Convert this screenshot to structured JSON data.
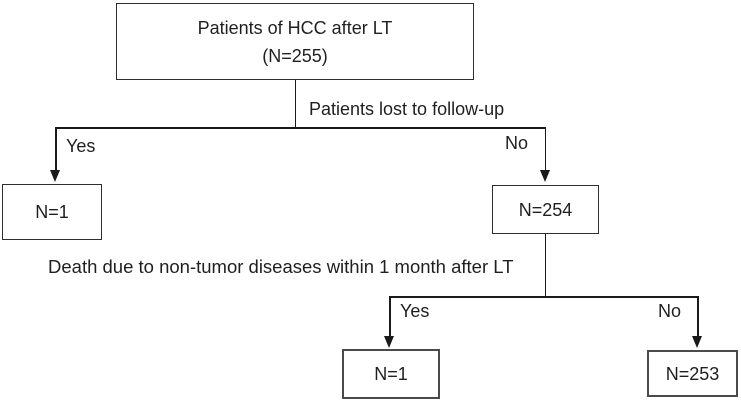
{
  "flowchart": {
    "root_box": {
      "line1": "Patients of HCC after LT",
      "line2": "(N=255)"
    },
    "branch1": {
      "question": "Patients lost to follow-up",
      "yes_label": "Yes",
      "no_label": "No",
      "yes_result": "N=1",
      "no_result": "N=254"
    },
    "branch2": {
      "question": "Death due to non-tumor diseases within 1 month after LT",
      "yes_label": "Yes",
      "no_label": "No",
      "yes_result": "N=1",
      "no_result": "N=253"
    },
    "colors": {
      "line": "#1a1a1a",
      "box_border": "#2e2e2e",
      "heavy_box_border": "#4a4a4a",
      "text": "#1f1f1f",
      "background": "#ffffff"
    }
  }
}
